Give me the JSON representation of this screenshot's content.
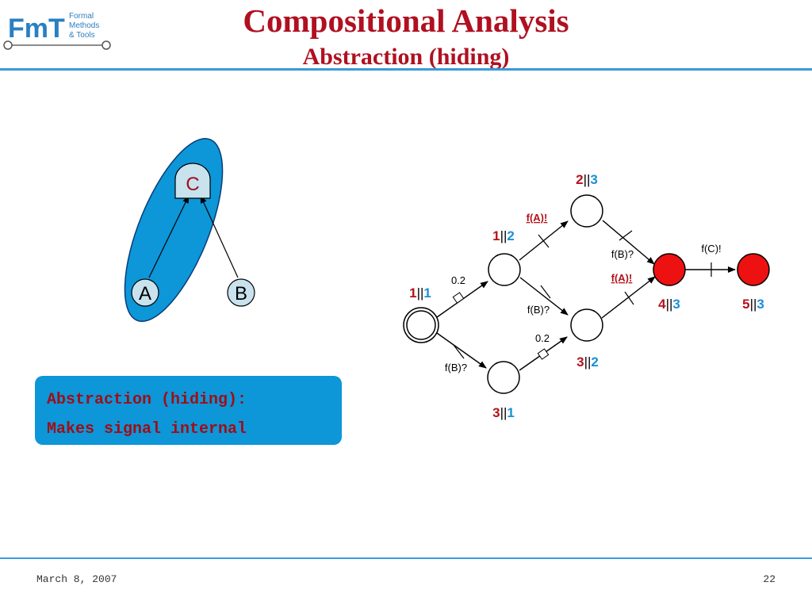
{
  "logo": {
    "letters": "FmT",
    "line1": "Formal",
    "line2": "Methods",
    "line3": "& Tools"
  },
  "title": "Compositional Analysis",
  "subtitle": "Abstraction (hiding)",
  "components": {
    "c": "C",
    "a": "A",
    "b": "B"
  },
  "graph": {
    "states": [
      {
        "id": "s11",
        "left": "1",
        "sep": "||",
        "right": "1"
      },
      {
        "id": "s12",
        "left": "1",
        "sep": "||",
        "right": "2"
      },
      {
        "id": "s23",
        "left": "2",
        "sep": "||",
        "right": "3"
      },
      {
        "id": "s31",
        "left": "3",
        "sep": "||",
        "right": "1"
      },
      {
        "id": "s32",
        "left": "3",
        "sep": "||",
        "right": "2"
      },
      {
        "id": "s43",
        "left": "4",
        "sep": "||",
        "right": "3"
      },
      {
        "id": "s53",
        "left": "5",
        "sep": "||",
        "right": "3"
      }
    ],
    "labels": {
      "prob_1": "0.2",
      "fb_1": "f(B)?",
      "fa_1": "f(A)!",
      "fb_2": "f(B)?",
      "prob_2": "0.2",
      "fb_3": "f(B)?",
      "fa_2": "f(A)!",
      "fc": "f(C)!"
    }
  },
  "callout": {
    "line1": "Abstraction (hiding):",
    "line2": "Makes signal internal"
  },
  "footer": {
    "date": "March 8, 2007",
    "page": "22"
  },
  "colors": {
    "title": "#b01020",
    "accent_blue": "#0d96d8",
    "state_red": "#ee1111",
    "num_red": "#b5121b",
    "num_blue": "#1a8fd6"
  }
}
